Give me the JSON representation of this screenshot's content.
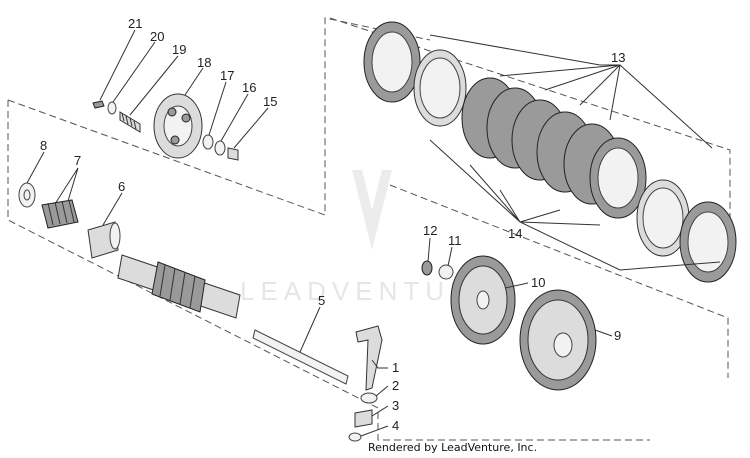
{
  "diagram": {
    "footer": "Rendered by LeadVenture, Inc.",
    "watermark": "LEADVENTURE",
    "callouts": [
      "1",
      "2",
      "3",
      "4",
      "5",
      "6",
      "7",
      "8",
      "9",
      "10",
      "11",
      "12",
      "13",
      "14",
      "15",
      "16",
      "17",
      "18",
      "19",
      "20",
      "21"
    ]
  },
  "colors": {
    "line": "#333333",
    "part_fill": "#dcdcdc",
    "dark_fill": "#9a9a9a",
    "watermark": "#e6e6e6"
  }
}
